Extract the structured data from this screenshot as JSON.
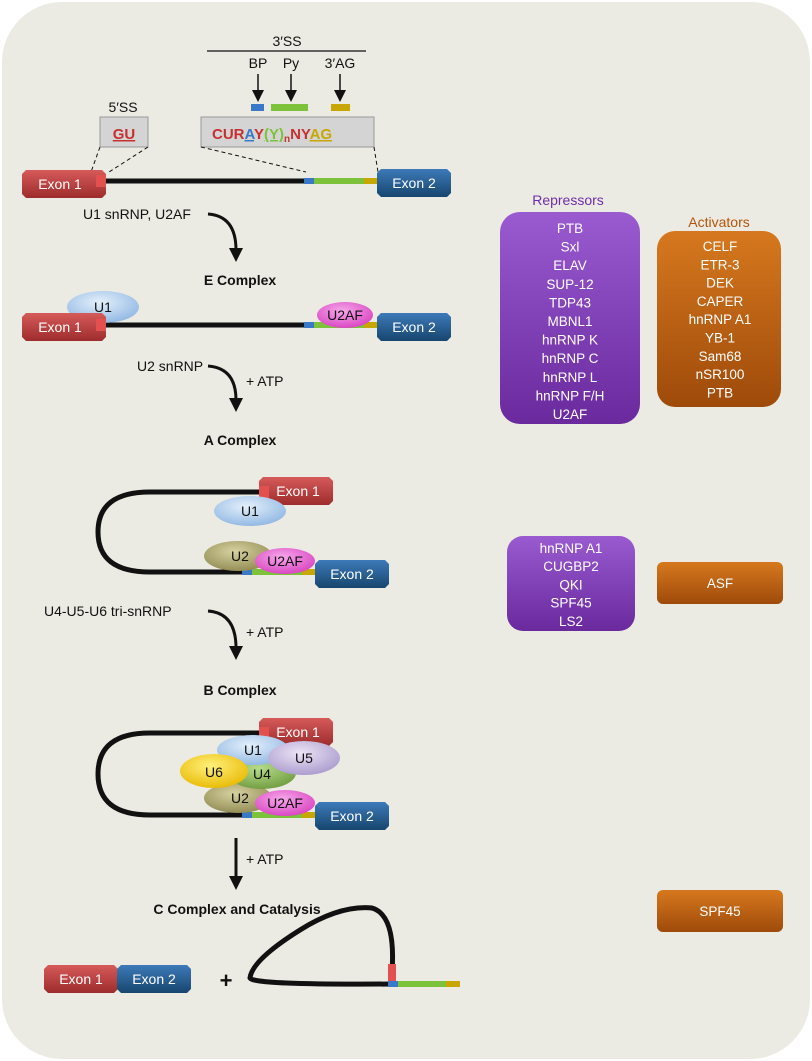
{
  "colors": {
    "background": "#ecebe3",
    "exon1": "#b83a3a",
    "exon2": "#1f5a94",
    "repressor": "#7b35b5",
    "activator": "#b85a12",
    "bp": "#3a78c8",
    "py": "#7cc23a",
    "ag": "#c8a800",
    "u1": "#a9c9ec",
    "u2": "#a6a06a",
    "u2af": "#e860d0",
    "u4": "#8dba5a",
    "u5": "#c4b4e0",
    "u6": "#f6d400"
  },
  "splice_sites": {
    "three_ss": "3′SS",
    "bp": "BP",
    "py": "Py",
    "ag": "3′AG",
    "five_ss": "5′SS",
    "gu": "GU",
    "seq_cur": "CUR",
    "seq_a": "A",
    "seq_y1": "Y",
    "seq_y_paren": "(Y)",
    "seq_n_sub": "n",
    "seq_ny": "NY",
    "seq_ag": "AG"
  },
  "exons": {
    "exon1": "Exon 1",
    "exon2": "Exon 2"
  },
  "snrnps": {
    "u1": "U1",
    "u2": "U2",
    "u2af": "U2AF",
    "u4": "U4",
    "u5": "U5",
    "u6": "U6"
  },
  "steps": {
    "step1_reagent": "U1 snRNP, U2AF",
    "e_complex": "E Complex",
    "step2_reagent": "U2 snRNP",
    "atp": "+ ATP",
    "a_complex": "A Complex",
    "step3_reagent": "U4-U5-U6 tri-snRNP",
    "b_complex": "B Complex",
    "c_complex": "C Complex and Catalysis",
    "plus": "+"
  },
  "panels": {
    "repressors_title": "Repressors",
    "activators_title": "Activators",
    "e_repressors": [
      "PTB",
      "Sxl",
      "ELAV",
      "SUP-12",
      "TDP43",
      "MBNL1",
      "hnRNP K",
      "hnRNP C",
      "hnRNP L",
      "hnRNP F/H",
      "U2AF"
    ],
    "e_activators": [
      "CELF",
      "ETR-3",
      "DEK",
      "CAPER",
      "hnRNP A1",
      "YB-1",
      "Sam68",
      "nSR100",
      "PTB"
    ],
    "a_repressors": [
      "hnRNP A1",
      "CUGBP2",
      "QKI",
      "SPF45",
      "LS2"
    ],
    "a_activator": "ASF",
    "c_activator": "SPF45"
  }
}
